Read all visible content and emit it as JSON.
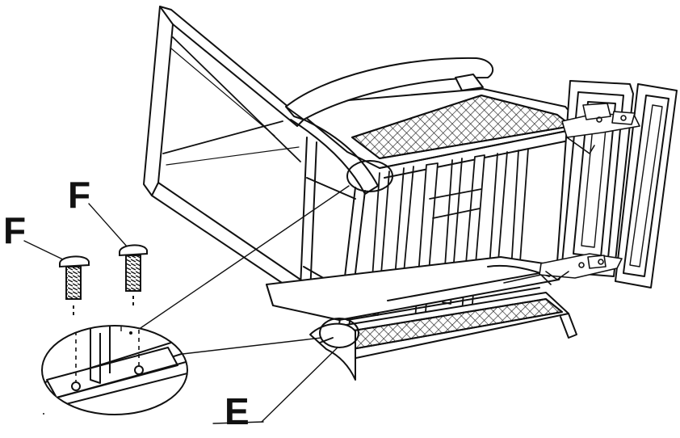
{
  "diagram": {
    "labels": {
      "screw_left": "F",
      "screw_right": "F",
      "foot_bracket": "E"
    },
    "colors": {
      "line": "#111111",
      "background": "#ffffff"
    }
  }
}
